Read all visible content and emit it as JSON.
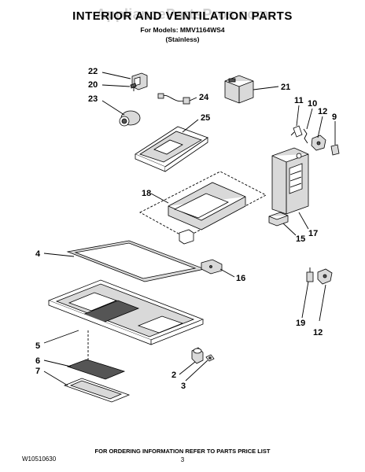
{
  "header": {
    "title": "INTERIOR AND VENTILATION PARTS",
    "watermark": "AppliancePartsPros.com",
    "models_line": "For Models: MMV1164WS4",
    "variant": "(Stainless)"
  },
  "callouts": {
    "c22": "22",
    "c20": "20",
    "c23": "23",
    "c24": "24",
    "c21": "21",
    "c25": "25",
    "c11": "11",
    "c10": "10",
    "c12a": "12",
    "c9": "9",
    "c18": "18",
    "c17": "17",
    "c15": "15",
    "c4": "4",
    "c16": "16",
    "c5": "5",
    "c6": "6",
    "c7": "7",
    "c2": "2",
    "c3": "3",
    "c19": "19",
    "c12b": "12"
  },
  "footer": {
    "doc_number": "W10510630",
    "ordering_note": "FOR ORDERING INFORMATION REFER TO PARTS PRICE LIST",
    "page_number": "3"
  }
}
